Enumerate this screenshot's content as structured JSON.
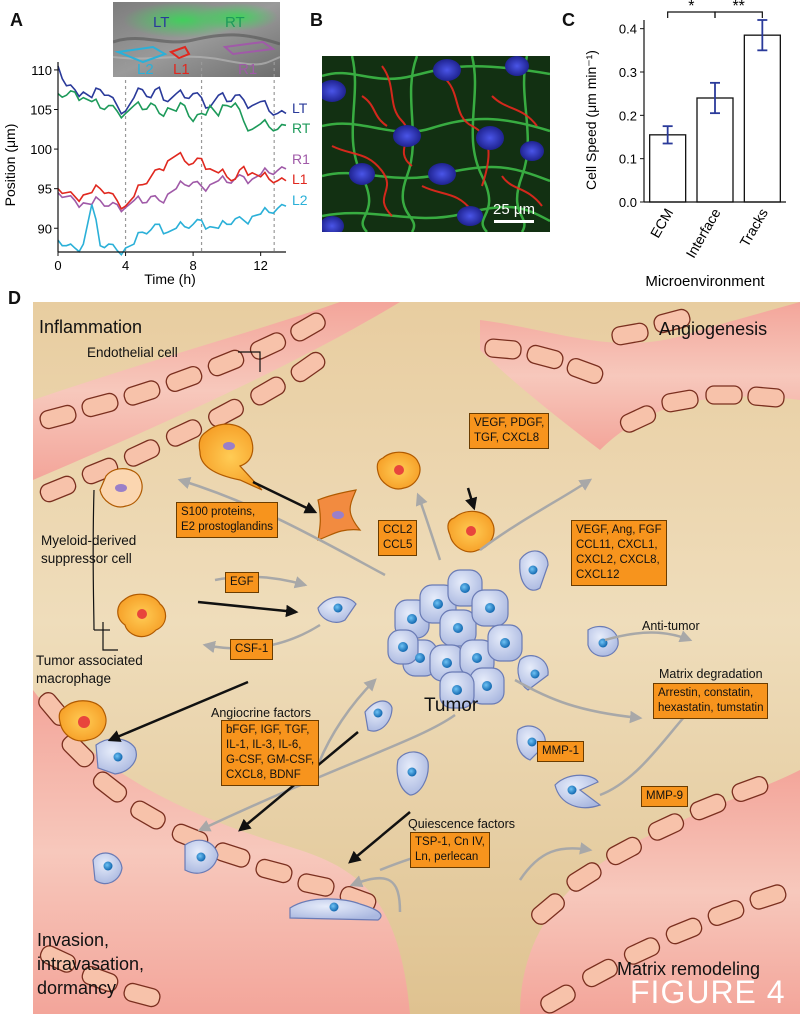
{
  "panel_labels": {
    "a": "A",
    "b": "B",
    "c": "C",
    "d": "D"
  },
  "figure_label": "FIGURE 4",
  "panel_a": {
    "inset_labels": [
      "LT",
      "RT",
      "L2",
      "L1",
      "R1"
    ],
    "xlabel": "Time (h)",
    "ylabel": "Position (μm)",
    "xticks": [
      "0",
      "4",
      "8",
      "12"
    ],
    "yticks": [
      "90",
      "95",
      "100",
      "105",
      "110"
    ],
    "legend": [
      {
        "label": "LT",
        "color": "#2a3a9a"
      },
      {
        "label": "RT",
        "color": "#1d9a5a"
      },
      {
        "label": "R1",
        "color": "#a05aa8"
      },
      {
        "label": "L1",
        "color": "#e0281f"
      },
      {
        "label": "L2",
        "color": "#2bb0d8"
      }
    ]
  },
  "panel_b": {
    "scale_bar": "25 μm"
  },
  "chart_data": [
    {
      "type": "line",
      "xlabel": "Time (h)",
      "ylabel": "Position (μm)",
      "xlim": [
        0,
        13.5
      ],
      "ylim": [
        87,
        111
      ],
      "x": [
        0,
        0.5,
        1,
        1.5,
        2,
        2.5,
        3,
        3.5,
        4,
        4.5,
        5,
        5.5,
        6,
        6.5,
        7,
        7.5,
        8,
        8.5,
        9,
        9.5,
        10,
        10.5,
        11,
        11.5,
        12,
        12.5,
        13,
        13.5
      ],
      "series": [
        {
          "name": "LT",
          "values": [
            110.5,
            108,
            107.5,
            107.2,
            106.5,
            107.5,
            106.8,
            105.5,
            104.8,
            106.5,
            107.5,
            106.5,
            107.8,
            106,
            107,
            106.5,
            107,
            106.5,
            105.3,
            106.8,
            106,
            106.8,
            106.2,
            105.5,
            106,
            104.8,
            104.5,
            104.5
          ]
        },
        {
          "name": "RT",
          "values": [
            107,
            106.8,
            107.2,
            106.5,
            106,
            105.2,
            105.5,
            104.8,
            104.5,
            105.5,
            105,
            105.8,
            104.5,
            105.2,
            104.8,
            105.5,
            103.5,
            104.5,
            105.5,
            104.2,
            105.5,
            105.8,
            103.5,
            102.5,
            103.2,
            102.8,
            102.5,
            103
          ]
        },
        {
          "name": "R1",
          "values": [
            94.5,
            94,
            93.5,
            93.2,
            93,
            93.5,
            92.8,
            93,
            92.6,
            93.5,
            93.2,
            94,
            93.5,
            94.3,
            95,
            95.5,
            95.8,
            95.3,
            95.5,
            96,
            95.8,
            96.3,
            96.5,
            96.2,
            96.8,
            97,
            97.3,
            97.5
          ]
        },
        {
          "name": "L1",
          "values": [
            95,
            94.5,
            94,
            94.2,
            94.5,
            95,
            94.5,
            93.5,
            92.8,
            94,
            95.5,
            96.5,
            97.5,
            98.5,
            99.2,
            98.5,
            98.2,
            98.8,
            97.5,
            97,
            96.5,
            96.2,
            97.8,
            97,
            96.5,
            96.2,
            96,
            96
          ]
        },
        {
          "name": "L2",
          "values": [
            88.5,
            87.8,
            87.5,
            88,
            93,
            87.8,
            88,
            87.2,
            87.5,
            88,
            89.5,
            89.8,
            90.5,
            89.5,
            90,
            90.2,
            90.5,
            91,
            90.2,
            90,
            90.5,
            91.2,
            91,
            91.5,
            91.8,
            92,
            92.5,
            92.8
          ]
        }
      ]
    },
    {
      "type": "bar",
      "categories": [
        "ECM",
        "Interface",
        "Tracks"
      ],
      "values": [
        0.155,
        0.24,
        0.385
      ],
      "errors": [
        0.02,
        0.035,
        0.035
      ],
      "xlabel": "Microenvironment",
      "ylabel": "Cell Speed (μm min⁻¹)",
      "ylim": [
        0,
        0.42
      ],
      "yticks": [
        "0.0",
        "0.1",
        "0.2",
        "0.3",
        "0.4"
      ],
      "significance": [
        {
          "between": [
            "ECM",
            "Interface"
          ],
          "label": "*"
        },
        {
          "between": [
            "Interface",
            "Tracks"
          ],
          "label": "**"
        }
      ]
    }
  ],
  "panel_d": {
    "regions": {
      "inflammation": "Inflammation",
      "angiogenesis": "Angiogenesis",
      "invasion_1": "Invasion,",
      "invasion_2": "intravasation,",
      "invasion_3": "dormancy",
      "remodeling": "Matrix remodeling"
    },
    "annotations": {
      "endothelial": "Endothelial cell",
      "mdsc_1": "Myeloid-derived",
      "mdsc_2": "suppressor cell",
      "tam_1": "Tumor associated",
      "tam_2": "macrophage",
      "tumor": "Tumor",
      "angiocrine": "Angiocrine factors",
      "quiescence": "Quiescence factors",
      "anti_tumor": "Anti-tumor",
      "matrix_degradation": "Matrix degradation"
    },
    "boxes": {
      "vegf_pdgf": [
        "VEGF, PDGF,",
        "TGF, CXCL8"
      ],
      "s100": [
        "S100 proteins,",
        "E2 prostoglandins"
      ],
      "ccl": [
        "CCL2",
        "CCL5"
      ],
      "egf": [
        "EGF"
      ],
      "csf": [
        "CSF-1"
      ],
      "vegf_ang": [
        "VEGF, Ang, FGF",
        "CCL11, CXCL1,",
        "CXCL2, CXCL8,",
        "CXCL12"
      ],
      "arrestin": [
        "Arrestin, constatin,",
        "hexastatin, tumstatin"
      ],
      "mmp1": [
        "MMP-1"
      ],
      "mmp9": [
        "MMP-9"
      ],
      "bfgf": [
        "bFGF, IGF, TGF,",
        "IL-1, IL-3, IL-6,",
        "G-CSF, GM-CSF,",
        "CXCL8, BDNF"
      ],
      "tsp": [
        "TSP-1, Cn IV,",
        "Ln, perlecan"
      ]
    }
  }
}
